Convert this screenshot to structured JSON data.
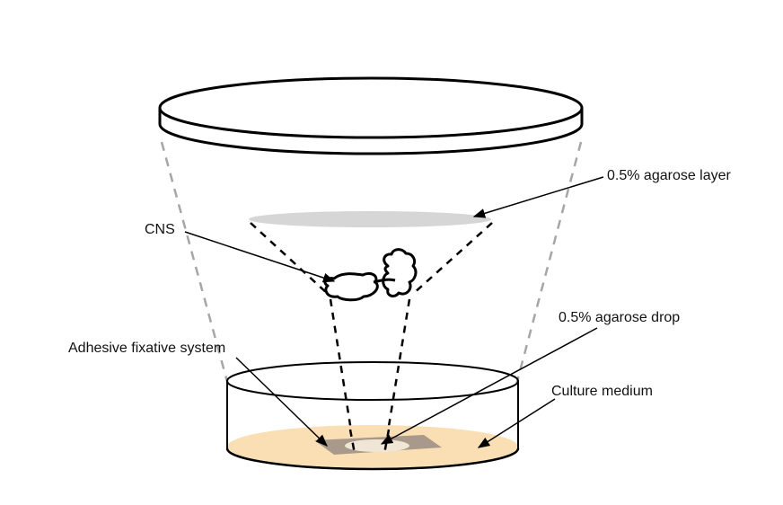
{
  "labels": {
    "agarose_layer": "0.5% agarose layer",
    "cns": "CNS",
    "agarose_drop": "0.5% agarose drop",
    "adhesive": "Adhesive fixative system",
    "culture_medium": "Culture medium"
  },
  "colors": {
    "outline": "#000000",
    "projection_gray": "#a6a6a6",
    "agarose_layer_fill": "#d6d6d6",
    "medium_fill": "#fbdfb4",
    "fixative_fill": "#a8998a",
    "drop_fill": "#efe6d6"
  }
}
